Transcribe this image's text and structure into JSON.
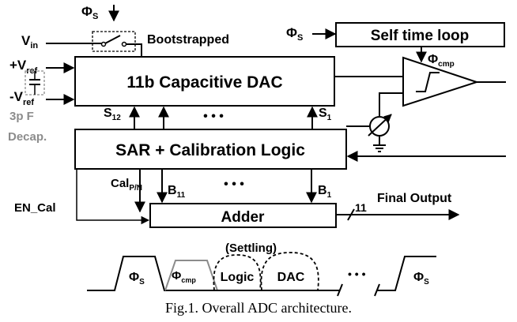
{
  "inputs": {
    "phi_s_top": "Φ",
    "phi_s_top_sub": "S",
    "bootstrapped": "Bootstrapped",
    "vin": "V",
    "vin_sub": "in",
    "vref_pos": "+V",
    "vref_pos_sub": "ref",
    "vref_neg": "-V",
    "vref_neg_sub": "ref",
    "decap_line1": "3p F",
    "decap_line2": "Decap."
  },
  "blocks": {
    "dac": "11b Capacitive DAC",
    "self_time": "Self time loop",
    "sar": "SAR + Calibration Logic",
    "adder": "Adder"
  },
  "signals": {
    "phi_s_selftime": "Φ",
    "phi_s_selftime_sub": "S",
    "phi_cmp": "Φ",
    "phi_cmp_sub": "cmp",
    "s12": "S",
    "s12_sub": "12",
    "s1": "S",
    "s1_sub": "1",
    "cal": "Cal",
    "cal_sub": "P/N",
    "b11": "B",
    "b11_sub": "11",
    "b1": "B",
    "b1_sub": "1",
    "en_cal": "EN_Cal",
    "bus_width": "11",
    "final_output": "Final Output",
    "dots": "• • •"
  },
  "timing": {
    "settling": "(Settling)",
    "phase_s1": "Φ",
    "phase_s1_sub": "S",
    "phase_cmp": "Φ",
    "phase_cmp_sub": "cmp",
    "logic": "Logic",
    "dac": "DAC",
    "dots": "• • •",
    "phase_s2": "Φ",
    "phase_s2_sub": "S"
  },
  "caption": "Fig.1. Overall ADC architecture.",
  "colors": {
    "line": "#000000",
    "grey": "#8c8c8c"
  }
}
